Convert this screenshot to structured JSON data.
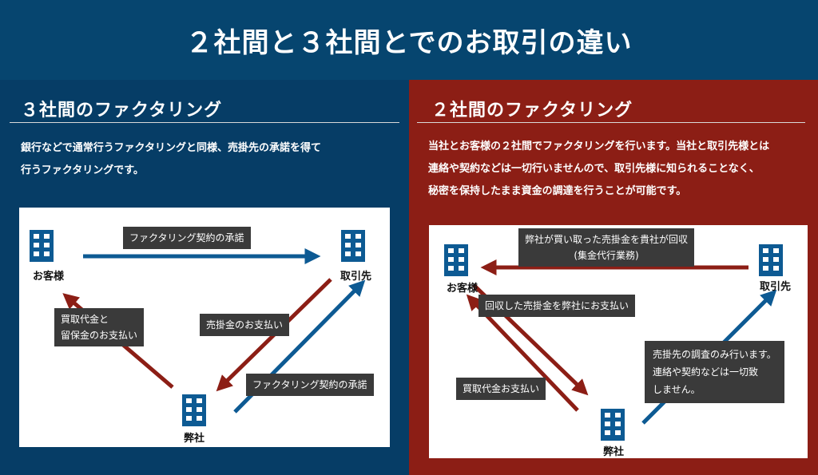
{
  "title": "２社間と３社間とでのお取引の違い",
  "left": {
    "heading": "３社間のファクタリング",
    "desc_line1": "銀行などで通常行うファクタリングと同様、売掛先の承諾を得て",
    "desc_line2": "行うファクタリングです。",
    "nodes": {
      "customer": "お客様",
      "debtor": "取引先",
      "company": "弊社"
    },
    "labels": {
      "contract_consent": "ファクタリング契約の承諾",
      "purchase_line1": "買取代金と",
      "purchase_line2": "留保金のお支払い",
      "receivable_payment": "売掛金のお支払い",
      "contract_consent2": "ファクタリング契約の承諾"
    }
  },
  "right": {
    "heading": "２社間のファクタリング",
    "desc_line1": "当社とお客様の２社間でファクタリングを行います。当社と取引先様とは",
    "desc_line2": "連絡や契約などは一切行いませんので、取引先様に知られることなく、",
    "desc_line3": "秘密を保持したまま資金の調達を行うことが可能です。",
    "nodes": {
      "customer": "お客様",
      "debtor": "取引先",
      "company": "弊社"
    },
    "labels": {
      "collect_line1": "弊社が買い取った売掛金を貴社が回収",
      "collect_line2": "(集金代行業務)",
      "pay_collected": "回収した売掛金を弊社にお支払い",
      "purchase_payment": "買取代金お支払い",
      "note_line1": "売掛先の調査のみ行います。",
      "note_line2": "連絡や契約などは一切致",
      "note_line3": "しません。"
    }
  },
  "colors": {
    "blue": "#0d5a93",
    "red": "#8c1e15",
    "label_bg": "#3a3a3a"
  }
}
